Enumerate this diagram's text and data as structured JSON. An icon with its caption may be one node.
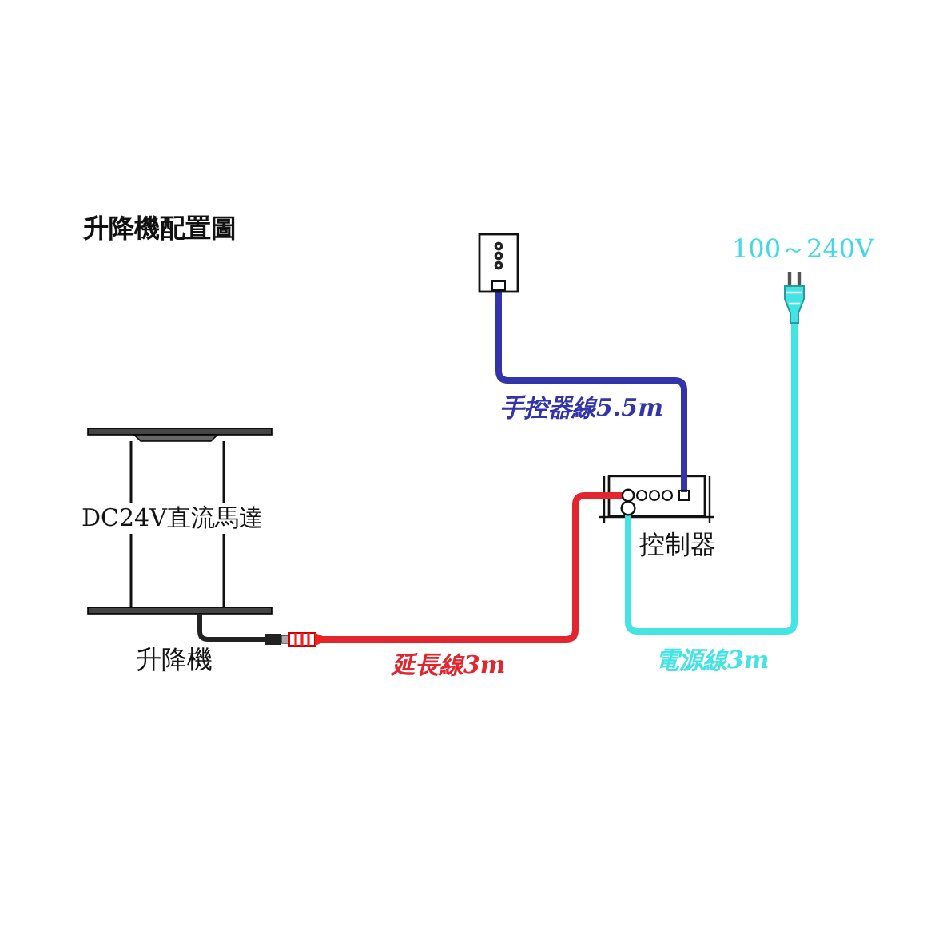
{
  "diagram": {
    "title": "升降機配置圖",
    "nodes": [
      {
        "text": [],
        "shape": "picture"
      },
      {
        "text": [],
        "shape": "picture",
        "beside": [
          "100～240V"
        ]
      },
      {
        "text": [
          "DC24V直流馬達",
          "升降機"
        ]
      },
      {
        "text": [
          "控制器"
        ]
      }
    ],
    "edges": [
      {
        "from": 0,
        "to": 3,
        "arrow": "none",
        "label": "手控器線5.5m",
        "color": "#3333aa"
      },
      {
        "from": 2,
        "to": 3,
        "arrow": "none",
        "label": "延長線3m",
        "color": "#e3262e"
      },
      {
        "from": 1,
        "to": 3,
        "arrow": "none",
        "label": "電源線3m",
        "color": "#44e4e4"
      }
    ]
  }
}
